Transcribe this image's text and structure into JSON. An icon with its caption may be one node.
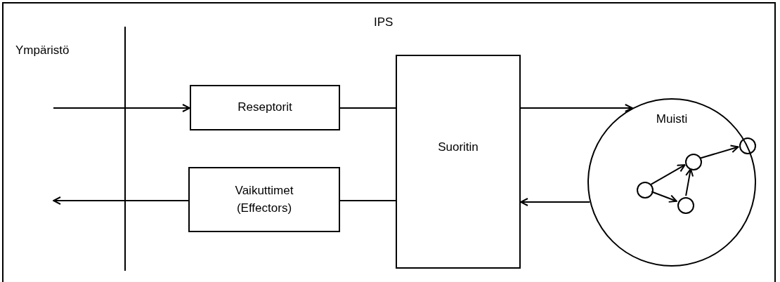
{
  "diagram": {
    "nodes": [
      {
        "text": [
          "Reseptorit"
        ]
      },
      {
        "text": [
          "Vaikuttimet (Effectors)"
        ]
      },
      {
        "text": [
          "Suoritin"
        ]
      },
      {
        "text": [
          "Muisti"
        ]
      },
      {
        "text": [],
        "shape": "circle",
        "in": 3
      },
      {
        "text": [],
        "shape": "circle",
        "in": 3
      },
      {
        "text": [],
        "shape": "circle",
        "in": 3
      },
      {
        "text": [],
        "shape": "circle",
        "in": 3
      }
    ],
    "edges": [
      {
        "from": null,
        "to": 0,
        "arrow": "to"
      },
      {
        "from": 0,
        "to": 2,
        "arrow": "none"
      },
      {
        "from": 2,
        "to": 3,
        "arrow": "to"
      },
      {
        "from": 3,
        "to": 2,
        "arrow": "to"
      },
      {
        "from": 2,
        "to": 1,
        "arrow": "none"
      },
      {
        "from": 1,
        "to": null,
        "arrow": "to"
      },
      {
        "from": 4,
        "to": 6,
        "arrow": "to"
      },
      {
        "from": 4,
        "to": 5,
        "arrow": "to"
      },
      {
        "from": 5,
        "to": 6,
        "arrow": "to"
      },
      {
        "from": 6,
        "to": 7,
        "arrow": "to"
      }
    ],
    "labels": [
      "IPS",
      "Ympäristö"
    ]
  }
}
